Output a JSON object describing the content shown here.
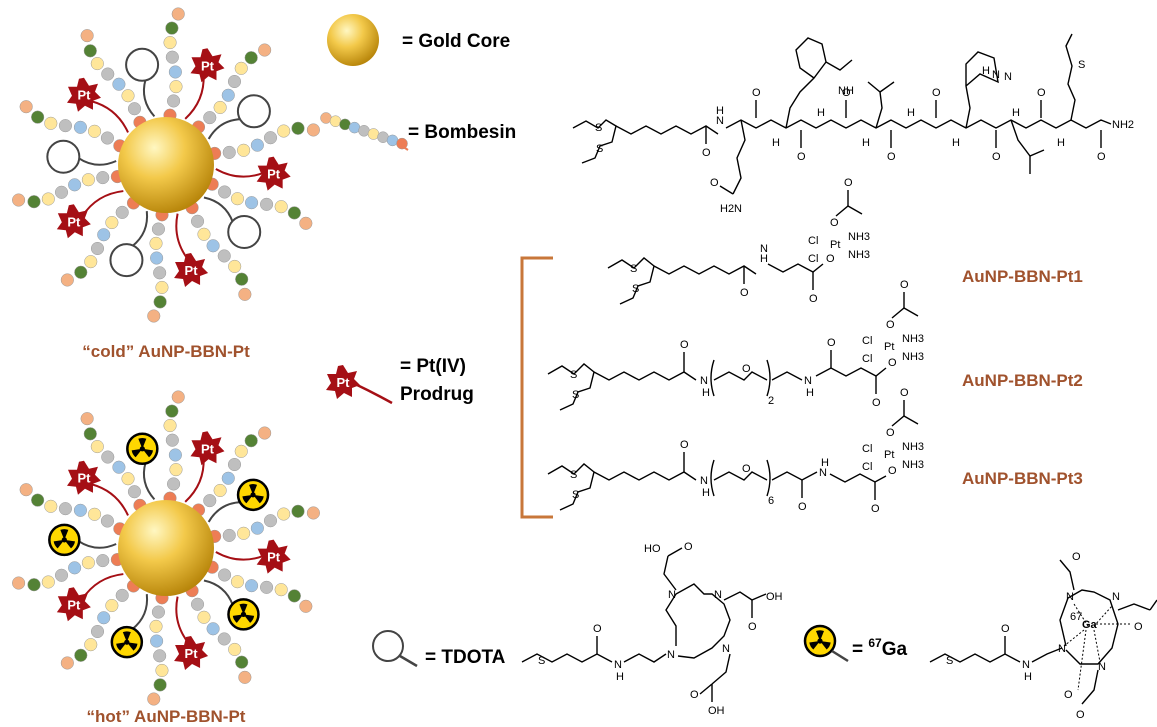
{
  "legend": {
    "gold_core": "= Gold Core",
    "bombesin": "= Bombesin",
    "pt_prodrug_line1": "= Pt(IV)",
    "pt_prodrug_line2": "Prodrug",
    "tdota": "= TDOTA",
    "ga_prefix": "= ",
    "ga_mass": "67",
    "ga_symbol": "Ga"
  },
  "nanoparticles": {
    "cold_label": "“cold” AuNP-BBN-Pt",
    "hot_label": "“hot” AuNP-BBN-Pt",
    "pt_badge": "Pt"
  },
  "compounds": [
    {
      "label": "AuNP-BBN-Pt1"
    },
    {
      "label": "AuNP-BBN-Pt2"
    },
    {
      "label": "AuNP-BBN-Pt3"
    }
  ],
  "chem_labels": {
    "nh": "NH",
    "h": "H",
    "n": "N",
    "o": "O",
    "s": "S",
    "cl": "Cl",
    "pt": "Pt",
    "nh3": "NH3",
    "nh2": "NH2",
    "h2n": "H2N",
    "oh": "OH",
    "ho": "HO",
    "ga": "Ga",
    "ga67": "67",
    "peg_n2": "2",
    "peg_n6": "6"
  },
  "colors": {
    "gold": "#e8b830",
    "pt_badge": "#a50f15",
    "brown_text": "#a0522d",
    "bracket": "#c8773a",
    "bead_peach": "#f4b183",
    "bead_blue": "#9dc3e6",
    "bead_green": "#548235",
    "bead_gray": "#bfbfbf",
    "bead_yellow": "#ffe699",
    "bead_red": "#ed7d55",
    "radioactive": "#ffd700"
  }
}
